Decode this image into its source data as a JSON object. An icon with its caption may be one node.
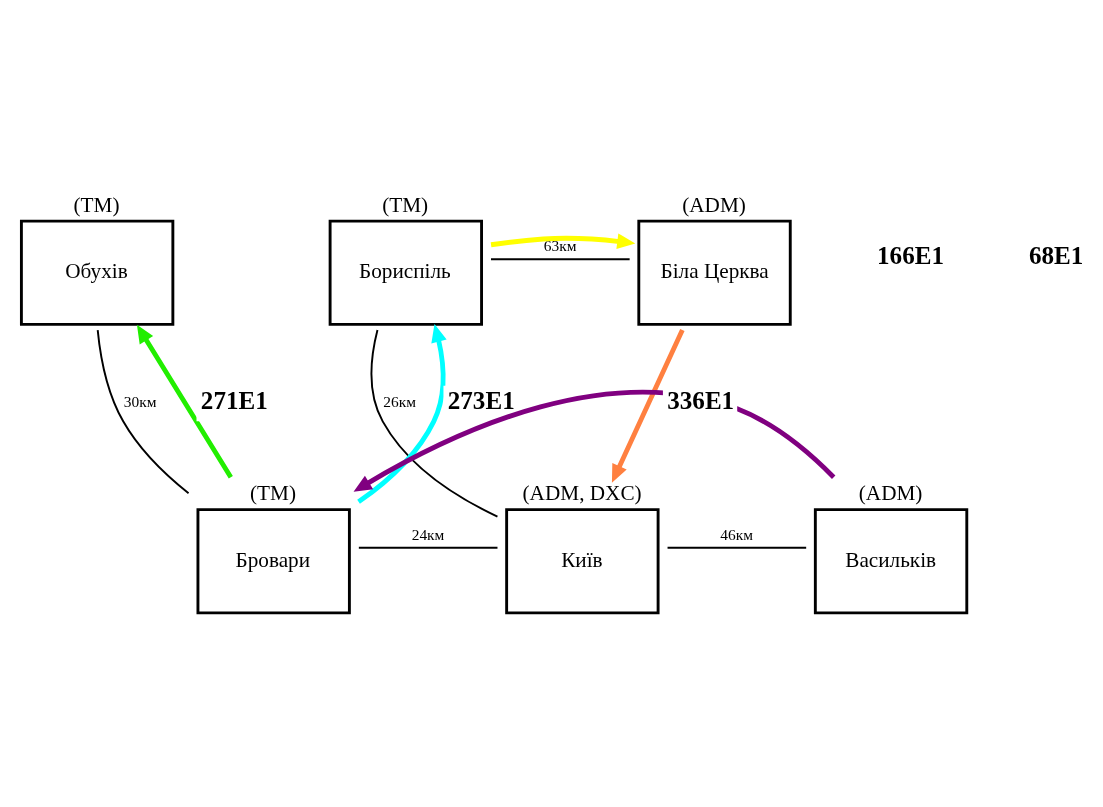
{
  "diagram": {
    "nodes": [
      {
        "text": [
          "Обухів"
        ],
        "beside": [
          "(TM)"
        ]
      },
      {
        "text": [
          "Бориспіль"
        ],
        "beside": [
          "(TM)"
        ]
      },
      {
        "text": [
          "Біла Церква"
        ],
        "beside": [
          "(ADM)"
        ]
      },
      {
        "text": [
          "Бровари"
        ],
        "beside": [
          "(TM)"
        ]
      },
      {
        "text": [
          "Київ"
        ],
        "beside": [
          "(ADM, DXC)"
        ]
      },
      {
        "text": [
          "Васильків"
        ],
        "beside": [
          "(ADM)"
        ]
      }
    ],
    "edges": [
      {
        "from": 0,
        "to": 3,
        "arrow": "none",
        "label": "30км"
      },
      {
        "from": 1,
        "to": 2,
        "arrow": "none",
        "label": "63км"
      },
      {
        "from": 1,
        "to": 4,
        "arrow": "none",
        "label": "26км"
      },
      {
        "from": 3,
        "to": 4,
        "arrow": "none",
        "label": "24км"
      },
      {
        "from": 4,
        "to": 5,
        "arrow": "none",
        "label": "46км"
      },
      {
        "from": 3,
        "to": 0,
        "arrow": "to",
        "label": "271E1",
        "style": "thick",
        "color": "#22ee00"
      },
      {
        "from": 2,
        "to": 4,
        "arrow": "to",
        "style": "thick",
        "color": "#ff8040"
      },
      {
        "from": 1,
        "to": 2,
        "arrow": "to",
        "style": "thick",
        "color": "#ffff00"
      },
      {
        "from": 3,
        "to": 1,
        "arrow": "to",
        "label": "273E1",
        "style": "thick",
        "color": "#00ffff"
      },
      {
        "from": 5,
        "to": 3,
        "arrow": "to",
        "label": "336E1",
        "style": "thick",
        "color": "#800080"
      }
    ],
    "labels": [
      "166E1",
      "68E1"
    ]
  }
}
